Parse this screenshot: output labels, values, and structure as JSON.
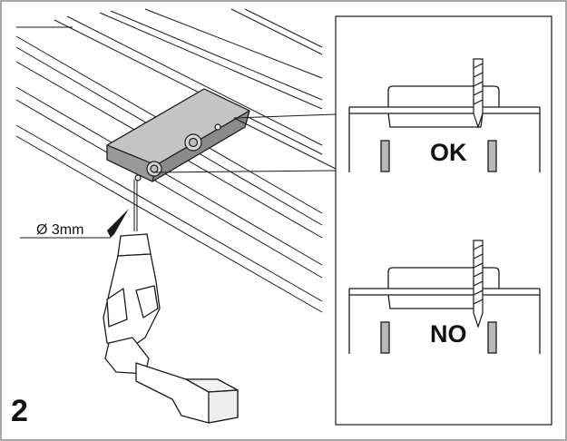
{
  "figure": {
    "step_number": "2",
    "dimension_label": "Ø 3mm",
    "ok_label": "OK",
    "no_label": "NO"
  },
  "colors": {
    "frame": "#8a8a8a",
    "line": "#1a1a1a",
    "bracket_fill": "#9c9c9c",
    "bracket_top": "#c4c4c4",
    "drill_fill": "#ffffff",
    "slot_fill": "#b8b8b8"
  }
}
